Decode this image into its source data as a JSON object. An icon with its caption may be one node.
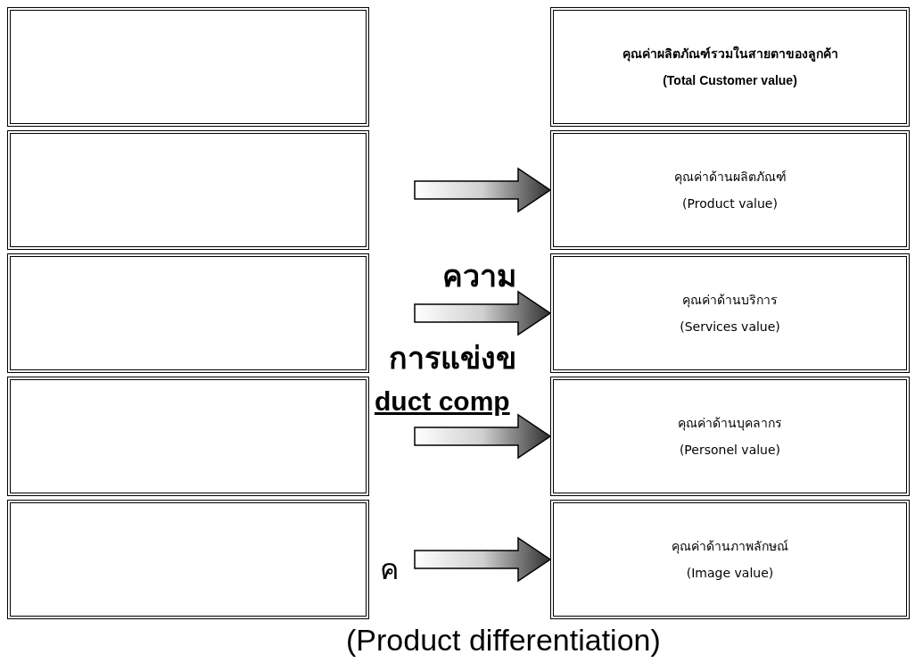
{
  "diagram": {
    "nodes": [
      {
        "text": [],
        "shape": "box"
      },
      {
        "text": [],
        "shape": "box"
      },
      {
        "text": [],
        "shape": "box"
      },
      {
        "text": [],
        "shape": "box"
      },
      {
        "text": [],
        "shape": "box"
      },
      {
        "text": [
          "คุณค่าผลิตภัณฑ์รวมในสายตาของลูกค้า",
          "(Total Customer value)"
        ]
      },
      {
        "text": [
          "คุณค่าด้านผลิตภัณฑ์",
          "(Product value)"
        ]
      },
      {
        "text": [
          "คุณค่าด้านบริการ",
          "(Services value)"
        ]
      },
      {
        "text": [
          "คุณค่าด้านบุคลากร",
          "(Personel value)"
        ]
      },
      {
        "text": [
          "คุณค่าด้านภาพลักษณ์",
          "(Image value)"
        ]
      }
    ],
    "edges": [
      {
        "from": null,
        "to": 6,
        "arrow": "to"
      },
      {
        "from": null,
        "to": 7,
        "arrow": "to"
      },
      {
        "from": null,
        "to": 8,
        "arrow": "to"
      },
      {
        "from": null,
        "to": 9,
        "arrow": "to"
      }
    ],
    "labels": [
      "ความ",
      "การแข่งข",
      "duct comp",
      "ค",
      "(Product differentiation)"
    ]
  }
}
